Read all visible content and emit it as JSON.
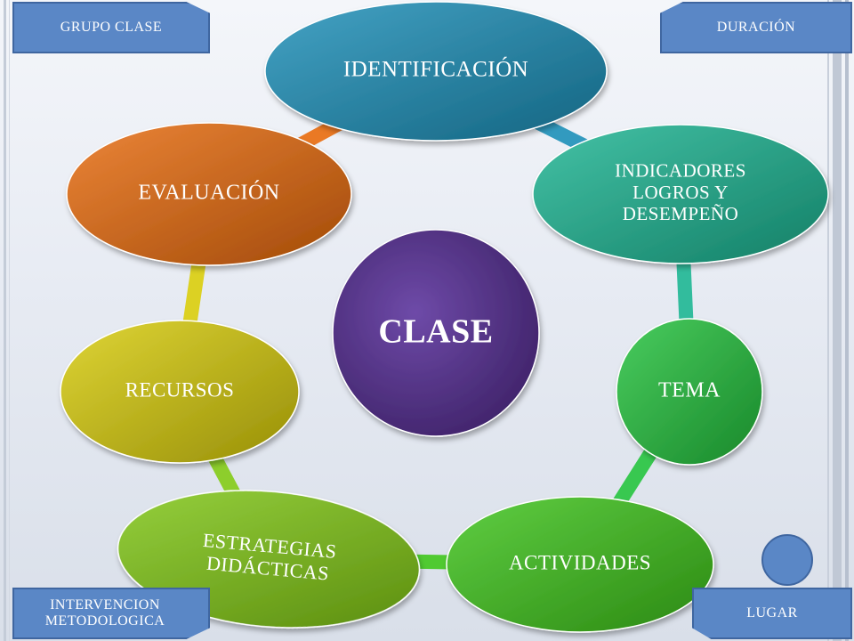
{
  "diagram": {
    "center": {
      "label": "CLASE",
      "color": "#4a2a78"
    },
    "nodes": [
      {
        "id": "identificacion",
        "lines": [
          "IDENTIFICACIÓN"
        ],
        "color": "#1b8fb8"
      },
      {
        "id": "indicadores",
        "lines": [
          "INDICADORES",
          "LOGROS Y",
          "DESEMPEÑO"
        ],
        "color": "#1bb592"
      },
      {
        "id": "tema",
        "lines": [
          "TEMA"
        ],
        "color": "#22c23c"
      },
      {
        "id": "actividades",
        "lines": [
          "ACTIVIDADES"
        ],
        "color": "#3dc41a"
      },
      {
        "id": "estrategias",
        "lines": [
          "ESTRATEGIAS",
          "DIDÁCTICAS"
        ],
        "color": "#80c814"
      },
      {
        "id": "recursos",
        "lines": [
          "RECURSOS"
        ],
        "color": "#d8cc0a"
      },
      {
        "id": "evaluacion",
        "lines": [
          "EVALUACIÓN"
        ],
        "color": "#e86a0c"
      }
    ]
  },
  "tags": {
    "grupo_clase": "GRUPO CLASE",
    "duracion": "DURACIÓN",
    "intervencion": [
      "INTERVENCION",
      "METODOLOGICA"
    ],
    "lugar": "LUGAR"
  },
  "colors": {
    "tag_fill": "#5a87c6",
    "tag_border": "#3f66a0",
    "background": "#e7ebf3"
  }
}
